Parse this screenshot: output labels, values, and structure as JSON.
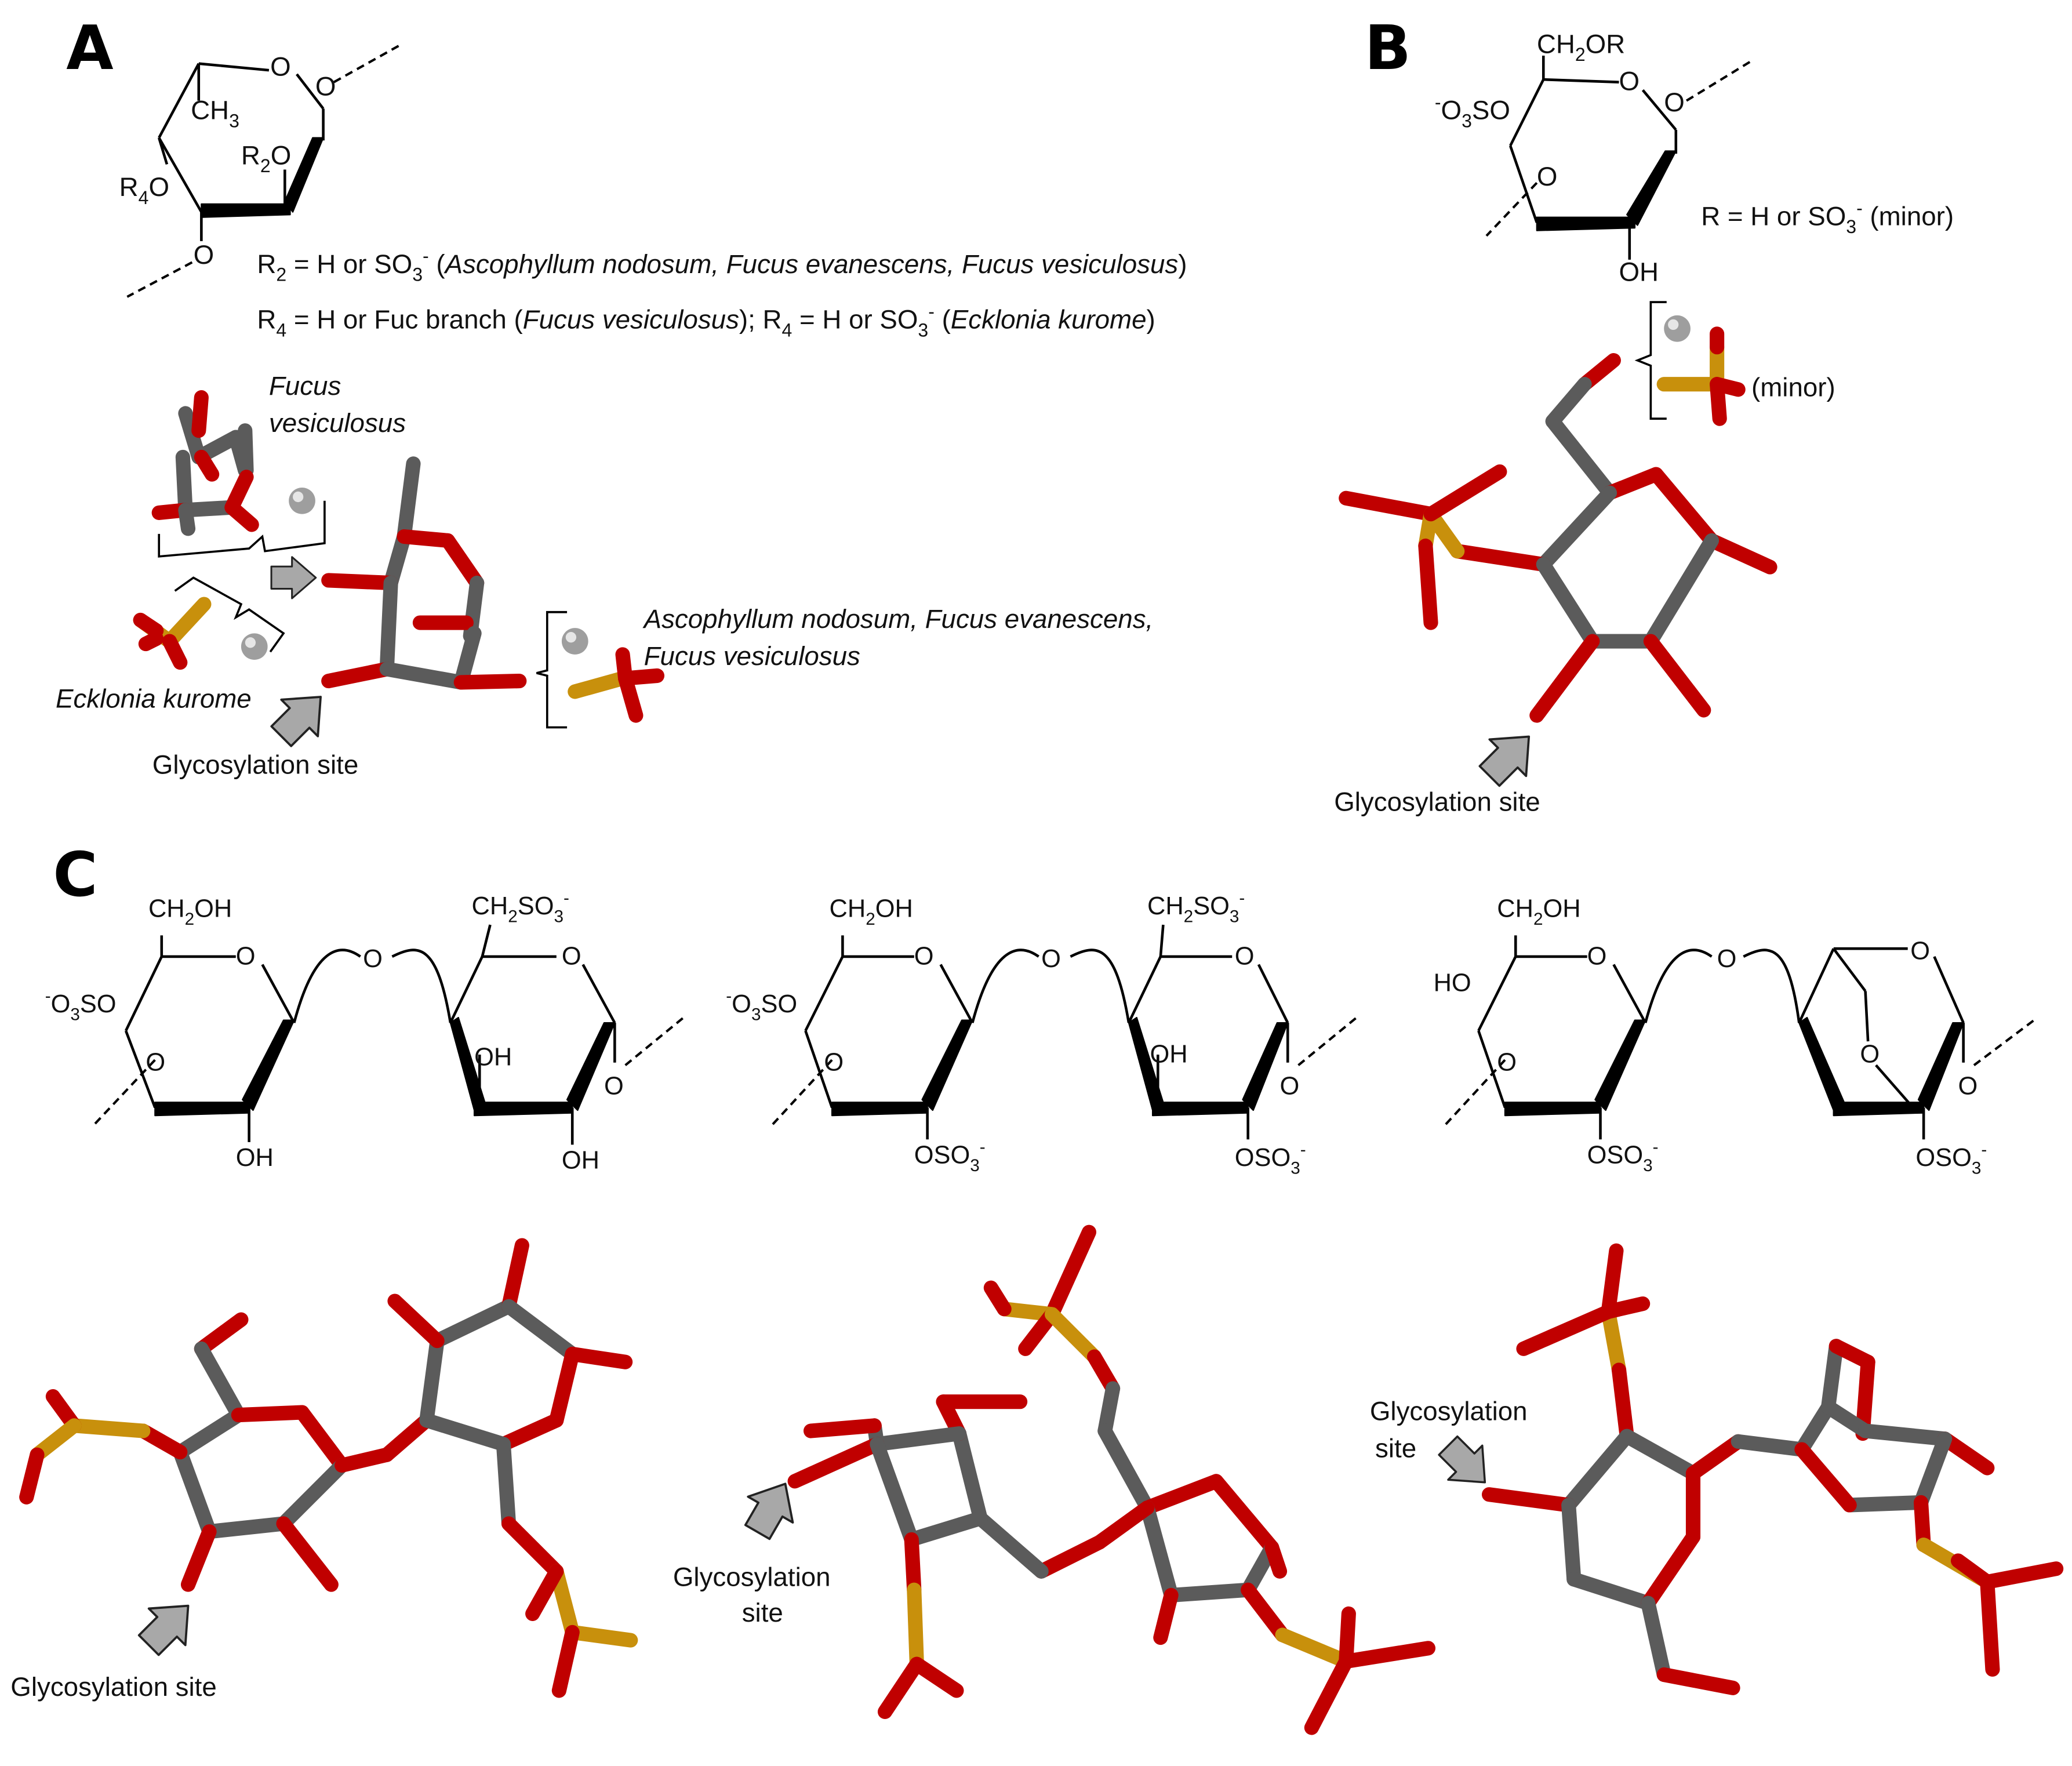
{
  "colors": {
    "carbon": "#5b5b5b",
    "oxygen": "#c00000",
    "sulfur": "#c8900c",
    "sodium": "#9e9e9e",
    "arrow_fill": "#a8a8a8"
  },
  "panels": {
    "a": {
      "letter": "A",
      "ring_atoms": {
        "o_ring": "O",
        "o_glyco": "O",
        "o_link": "O",
        "ch3": "CH",
        "ch3_sub": "3",
        "r2o_r": "R",
        "r2o_sub": "2",
        "r2o_o": "O",
        "r4o_r": "R",
        "r4o_sub": "4",
        "r4o_o": "O"
      },
      "legend_r2": {
        "r": "R",
        "sub": "2",
        "eq": " = H  or SO",
        "so3_sub": "3",
        "so3_sup": "-",
        "open": " (",
        "species1": "Ascophyllum  nodosum,  ",
        "species2": "Fucus evanescens,  ",
        "species3": "Fucus vesiculosus",
        "close": ")"
      },
      "legend_r4": {
        "r": "R",
        "sub": "4",
        "eq": " = H  or Fuc branch (",
        "species1": "Fucus vesiculosus",
        "mid": ");  R",
        "sub2": "4",
        "eq2": " = H  or SO",
        "so3_sub": "3",
        "so3_sup": "-",
        "open": " (",
        "species2": "Ecklonia  kurome",
        "close": ")"
      },
      "fucus_vesiculosus_line1": "Fucus",
      "fucus_vesiculosus_line2": "vesiculosus",
      "species_line1": "Ascophyllum nodosum,  Fucus evanescens,",
      "species_line2": "Fucus vesiculosus",
      "ecklonia": "Ecklonia kurome",
      "glycosylation": "Glycosylation site"
    },
    "b": {
      "letter": "B",
      "ring_atoms": {
        "ch2or_a": "CH",
        "ch2or_sub": "2",
        "ch2or_b": "OR",
        "o_ring": "O",
        "o_glyco": "O",
        "so3o_sup": "-",
        "so3o_a": "O",
        "so3o_sub": "3",
        "so3o_b": "SO",
        "o_link": "O",
        "oh": "OH"
      },
      "r_def": {
        "a": "R = H  or SO",
        "sub": "3",
        "sup": "-",
        "b": " (minor)"
      },
      "minor": "(minor)",
      "glycosylation": "Glycosylation site"
    },
    "c": {
      "letter": "C",
      "structures": [
        {
          "ch2oh_a": "CH",
          "ch2oh_sub": "2",
          "ch2oh_b": "OH",
          "o_ring1": "O",
          "left_sup": "-",
          "left_a": "O",
          "left_sub": "3",
          "left_b": "SO",
          "o_link1": "O",
          "oh_bottom": "OH",
          "o_bridge": "O",
          "ch2so3_a": "CH",
          "ch2so3_sub": "2",
          "ch2so3_b": "SO",
          "ch2so3_sub2": "3",
          "ch2so3_sup": "-",
          "o_ring2": "O",
          "oh_inner": "OH",
          "o_glyco": "O",
          "oh_bottom2": "OH"
        },
        {
          "ch2oh_a": "CH",
          "ch2oh_sub": "2",
          "ch2oh_b": "OH",
          "o_ring1": "O",
          "left_sup": "-",
          "left_a": "O",
          "left_sub": "3",
          "left_b": "SO",
          "o_link1": "O",
          "oso3_a": "OSO",
          "oso3_sub": "3",
          "oso3_sup": "-",
          "o_bridge": "O",
          "ch2so3_a": "CH",
          "ch2so3_sub": "2",
          "ch2so3_b": "SO",
          "ch2so3_sub2": "3",
          "ch2so3_sup": "-",
          "o_ring2": "O",
          "oh_inner": "OH",
          "o_glyco": "O",
          "oso3b_a": "OSO",
          "oso3b_sub": "3",
          "oso3b_sup": "-"
        },
        {
          "ch2oh_a": "CH",
          "ch2oh_sub": "2",
          "ch2oh_b": "OH",
          "o_ring1": "O",
          "ho": "HO",
          "o_link1": "O",
          "oso3_a": "OSO",
          "oso3_sub": "3",
          "oso3_sup": "-",
          "o_bridge": "O",
          "o_ring2": "O",
          "o_anhydro": "O",
          "o_glyco": "O",
          "oso3b_a": "OSO",
          "oso3b_sub": "3",
          "oso3b_sup": "-"
        }
      ],
      "glycosylation_1": "Glycosylation site",
      "glycosylation_2_line1": "Glycosylation",
      "glycosylation_2_line2": "site",
      "glycosylation_3_line1": "Glycosylation",
      "glycosylation_3_line2": "site"
    }
  }
}
